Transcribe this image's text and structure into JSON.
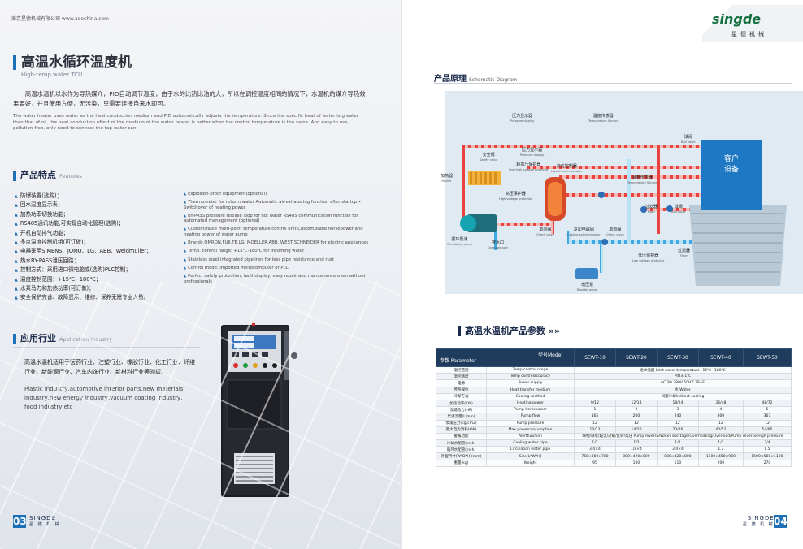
{
  "left": {
    "url": "南京星德机械有限公司 www.xdechina.com",
    "title_cn": "高温水循环温度机",
    "title_en": "High-temp water TCU",
    "intro_cn": "高温水温机以水作为导热媒介，PID自动调节温度，由于水的比热比油的大，所以在调控温度相同的情况下，水温机的媒介导热效果要好，并且使用方便，无污染，只需要连接自来水即可。",
    "intro_en": "The water heater uses water as the heat conduction medium and PID automatically adjusts the temperature. Since the specific heat of water is greater than that of oil, the heat conduction effect of the medium of the water heater is better when the control temperature is the same. And easy to use, pollution-free, only need to connect the tap water can.",
    "features_title_cn": "产品特点",
    "features_title_en": "Features",
    "features_cn": [
      "防爆装置(选购)；",
      "回水温度显示表；",
      "加热功率切换功能；",
      "RS485通讯功能,可实现自动化管理(选购)；",
      "开机自动排气功能；",
      "多点温度控制机组(可订做)；",
      "电器采用SIMENS、JOMU、LG、ABB、Weidmuller；",
      "热水BY-PASS泄压回路；",
      "控制方式：采用进口微电脑或(选购)PLC控制；",
      "温度控制范围：+15℃~180℃；",
      "水泵马力和加热功率(可订做)；",
      "安全保护完善、故障显示、维修、保养无需专业人员。"
    ],
    "features_en": [
      "Explosion-proof equipment(optional)",
      "Thermometer for returm water Automatic air-exhausting function after startup • Switchover of heating power",
      "BY-PASS pressure release loop for hot water RS485 communication function for automated management (optional)",
      "Customizable multi-point temperature control unit Customizable horsepower and heating power of water pump",
      "Brands OMRON,FUJI,TE,LG, MOELLER,ABB, WEST SCHNEIDER for electric appliances",
      "Temp. control range: +15℃-180℃ for incoming water",
      "Stainless steel integrated pipelines for less pipe resistance and rust",
      "Control mode: imported microcomputer or PLC",
      "Perfect safety protection, fault display, easy repair and maintenance even without professionals"
    ],
    "app_title_cn": "应用行业",
    "app_title_en": "Application Industry",
    "app_cn": "高温水温机适用于医药行业、注塑行业、橡胶行业、化工行业、纤维行业、新能源行业、汽车内饰行业、新材料行业等领域。",
    "app_en": "Plastic industry,automotive interior parts,new materials industry,new energy industry,vacuum coating industry, food industry,etc",
    "page_num": "03",
    "brand": "SINGDE",
    "brand_cn": "星 德 机 械"
  },
  "right": {
    "logo": "singde",
    "logo_cn": "星德机械",
    "principle_cn": "产品原理",
    "principle_en": "Schematic Diagram",
    "schematic": {
      "pressure_display": "压力显示器",
      "pressure_display_en": "Pressure display",
      "temp_sensor_top": "温度传感器",
      "temp_sensor_top_en": "Temperature Sensor",
      "pressure_switch": "压力显示器",
      "pressure_switch_en": "Pressure display",
      "safety_valve": "安全阀",
      "safety_valve_en": "Safety valve",
      "over_pressure": "超高压保护器",
      "over_pressure_en": "Overhigh voltage protector",
      "liquid_level": "液位控制器",
      "liquid_level_en": "Liquid level controller",
      "heater": "加热器",
      "heater_en": "Heater",
      "high_protect": "高压保护器",
      "high_protect_en": "High voltage protector",
      "temp_sensor_mid": "温度传感器",
      "temp_sensor_mid_en": "Temperature Sensor",
      "ball_valve_top": "球阀",
      "ball_valve_top_en": "Ball valve",
      "ball_valve_mid": "球阀",
      "ball_valve_mid_en": "Ball valve",
      "filter": "过滤器",
      "filter_en": "Filter",
      "filter2": "过滤器",
      "filter2_en": "Filter",
      "customer": "客户\n设备",
      "check_valve": "单向阀",
      "check_valve_en": "Check valve",
      "cooling_valve": "冷却电磁阀",
      "cooling_valve_en": "Cooling solenoid valve",
      "check_valve2": "单向阀",
      "check_valve2_en": "Check valve",
      "pump": "循环泵浦",
      "pump_en": "Circulating pump",
      "drain": "排水口",
      "drain_en": "Drainage port",
      "low_protect": "低压保护器",
      "low_protect_en": "Low voltage protector",
      "booster": "增压泵",
      "booster_en": "Booster pump"
    },
    "params_title": "高温水温机产品参数",
    "table": {
      "corner_top": "型号Model",
      "corner_bottom": "参数 Parameter",
      "models": [
        "SEWT-10",
        "SEWT-20",
        "SEWT-30",
        "SEWT-40",
        "SEWT-50"
      ],
      "rows": [
        {
          "cn": "温控范围",
          "en": "Temp control range",
          "span": "进水温度 Inlet water temperature+15℃~180℃"
        },
        {
          "cn": "温控精度",
          "en": "Temp controlaccuracy",
          "span": "PID± 1℃"
        },
        {
          "cn": "电源",
          "en": "Power supply",
          "span": "AC 3Φ 380V 50HZ 3P+E"
        },
        {
          "cn": "传热媒体",
          "en": "Heat transfer medium",
          "span": "水 Water"
        },
        {
          "cn": "冷却方式",
          "en": "Cooling method",
          "span": "间接冷却Indirect cooling"
        },
        {
          "cn": "加热功率(kW)",
          "en": "Heating power",
          "vals": [
            "9/12",
            "12/18",
            "18/24",
            "36/48",
            "48/72"
          ]
        },
        {
          "cn": "泵浦马力(HP)",
          "en": "Pump horsepower",
          "vals": [
            "1",
            "2",
            "3",
            "4",
            "5"
          ]
        },
        {
          "cn": "泵浦流量(L/min)",
          "en": "Pump flow",
          "vals": [
            "165",
            "200",
            "240",
            "300",
            "367"
          ]
        },
        {
          "cn": "泵浦压力(kg/cm2)",
          "en": "Pump pressure",
          "vals": [
            "12",
            "12",
            "12",
            "12",
            "12"
          ]
        },
        {
          "cn": "最大电力消耗(kW)",
          "en": "Max powerconsumption",
          "vals": [
            "10/13",
            "14/20",
            "20/26",
            "40/52",
            "54/66"
          ]
        },
        {
          "cn": "警报功能",
          "en": "Alertfunction",
          "span": "缺相/缺水/超温/过载/反转/高压 Pump reverse/Water shortage/Overheating/Overload/Pump reverse/High pressure"
        },
        {
          "cn": "冷却水配管(inch)",
          "en": "Cooling water pipe",
          "vals": [
            "1/2",
            "1/2",
            "1/2",
            "1/2",
            "3/4"
          ]
        },
        {
          "cn": "循环水配管(inch)",
          "en": "Circulation water pipe",
          "vals": [
            "3/4×4",
            "1/8×4",
            "3/4×4",
            "1.2",
            "1.5"
          ]
        },
        {
          "cn": "外型尺寸(W*D*H)(mm)",
          "en": "Size(L*W*H)",
          "vals": [
            "760×360×780",
            "800×420×800",
            "800×420×800",
            "1100×450×900",
            "1500×500×1100"
          ]
        },
        {
          "cn": "重量(kg)",
          "en": "Weight",
          "vals": [
            "95",
            "100",
            "110",
            "200",
            "270"
          ]
        }
      ]
    },
    "page_num": "04",
    "brand": "SINGDE",
    "brand_cn": "星 德 机 械"
  }
}
